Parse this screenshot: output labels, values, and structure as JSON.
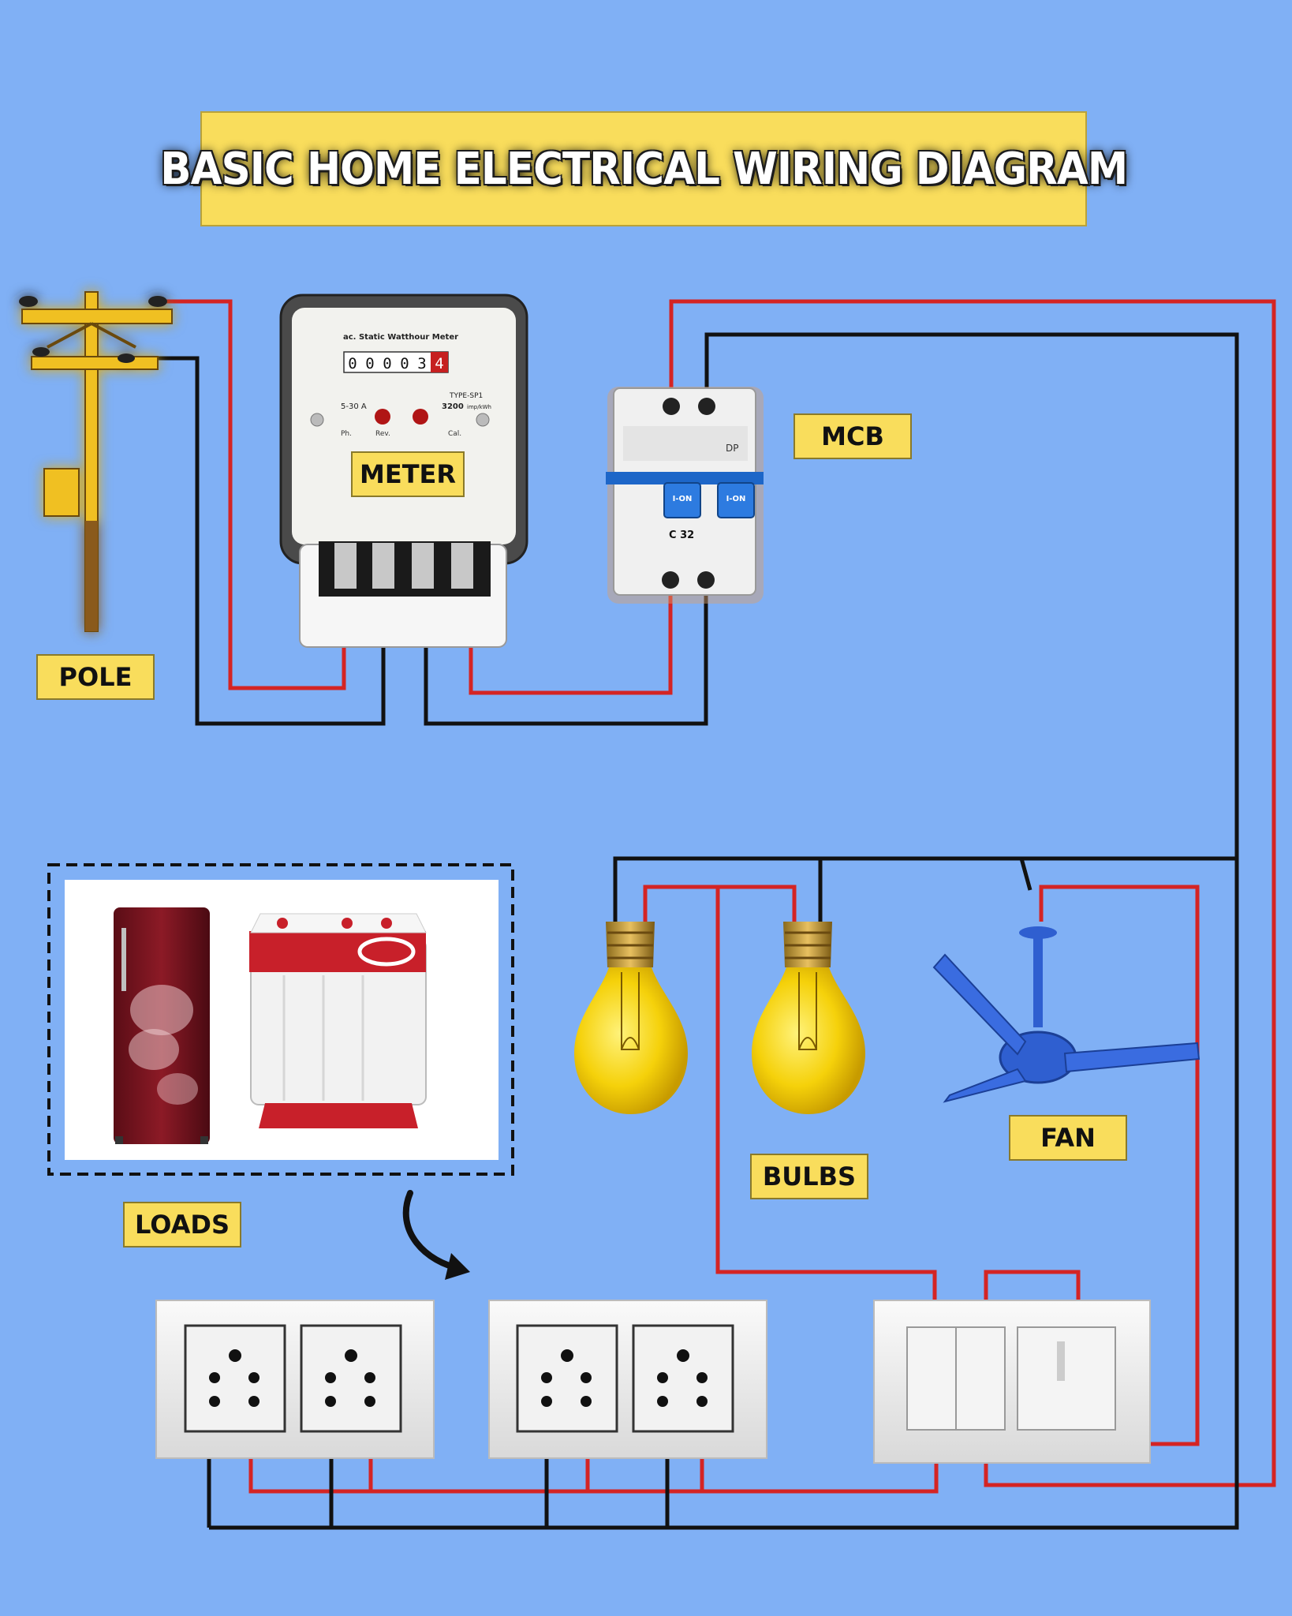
{
  "title": "BASIC HOME ELECTRICAL WIRING DIAGRAM",
  "labels": {
    "pole": "POLE",
    "meter": "METER",
    "mcb": "MCB",
    "fan": "FAN",
    "bulbs": "BULBS",
    "loads": "LOADS"
  },
  "meter_face": {
    "heading": "ac. Static Watthour Meter",
    "reading": [
      "0",
      "0",
      "0",
      "0",
      "3",
      "4"
    ],
    "rating": "5-30 A",
    "type": "TYPE-SP1",
    "constant": "3200",
    "constant_unit": "imp/kWh",
    "ph": "Ph.",
    "rev": "Rev.",
    "cal": "Cal."
  },
  "mcb_face": {
    "poles": "DP",
    "rating": "C 32",
    "brand": "I-ON"
  },
  "colors": {
    "background": "#80b0f5",
    "title_box": "#f9dd5c",
    "phase_wire": "#d42424",
    "neutral_wire": "#111111",
    "bulb": "#f5d10a",
    "fan": "#2f5fd0"
  },
  "wire_legend": {
    "phase": "red",
    "neutral": "black"
  }
}
